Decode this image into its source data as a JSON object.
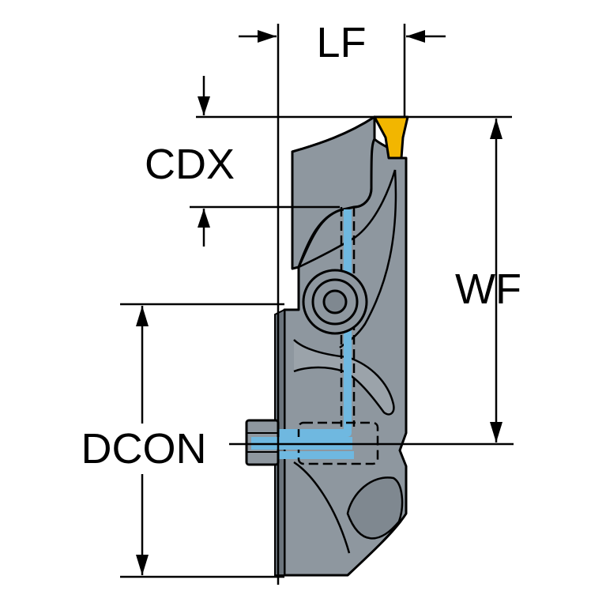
{
  "labels": {
    "lf": "LF",
    "cdx": "CDX",
    "wf": "WF",
    "dcon": "DCON"
  },
  "colors": {
    "body": "#8e979f",
    "body_dark": "#6b747c",
    "insert": "#f2b600",
    "coolant": "#6fb8e0",
    "line": "#000000"
  },
  "icons": {
    "screw": "screw-head-icon",
    "insert": "cutting-insert-icon"
  }
}
